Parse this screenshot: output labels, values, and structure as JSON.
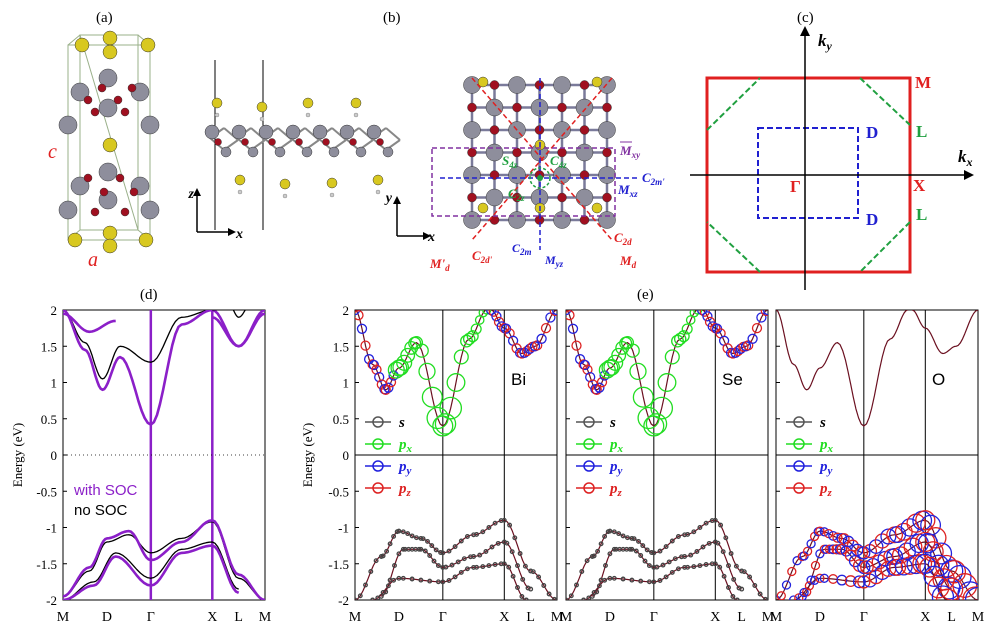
{
  "panel_labels": {
    "a": "(a)",
    "b": "(b)",
    "c": "(c)",
    "d": "(d)",
    "e": "(e)"
  },
  "struct_a": {
    "c_label": "c",
    "a_label": "a",
    "z_axis": "z",
    "x_axis": "x"
  },
  "struct_b": {
    "y_axis": "y",
    "x_axis": "x",
    "ops": {
      "s4z": "S",
      "s4z_sub": "4z",
      "c4z": "C",
      "c4z_sub": "4z",
      "c2z": "C",
      "c2z_sub": "2z",
      "mxy": "M",
      "mxy_sub": "xy",
      "c2mp": "C",
      "c2mp_sub": "2m'",
      "mxz": "M",
      "mxz_sub": "xz",
      "c2d": "C",
      "c2d_sub": "2d",
      "md": "M",
      "md_sub": "d",
      "mpd": "M'",
      "mpd_sub": "d",
      "c2dp": "C",
      "c2dp_sub": "2d'",
      "c2m": "C",
      "c2m_sub": "2m",
      "myz": "M",
      "myz_sub": "yz"
    }
  },
  "bz": {
    "ky": "k",
    "ky_sub": "y",
    "kx": "k",
    "kx_sub": "x",
    "M": "M",
    "L1": "L",
    "L2": "L",
    "X": "X",
    "D1": "D",
    "D2": "D",
    "G": "Γ"
  },
  "colors": {
    "soc": "#8B1FC8",
    "nosoc": "#000000",
    "s": "#555555",
    "px": "#22DD22",
    "py": "#2222DD",
    "pz": "#DD2222",
    "bz_outer": "#E02020",
    "bz_inner": "#2020D0",
    "bz_oct": "#20A040",
    "dots_bi": "#8E8E9C",
    "dots_o": "#A01020",
    "dots_se": "#D8C820"
  },
  "chart_data": [
    {
      "type": "line",
      "panel": "(d)",
      "ylabel": "Energy (eV)",
      "ylim": [
        -2,
        2
      ],
      "yticks": [
        "2",
        "1.5",
        "1",
        "0.5",
        "0",
        "-0.5",
        "-1",
        "-1.5",
        "-2"
      ],
      "xticks": [
        "M",
        "D",
        "Γ",
        "X",
        "L",
        "M"
      ],
      "kpath_positions": [
        0,
        0.5,
        1.0,
        1.7,
        2.0,
        2.3
      ],
      "legend": [
        "with SOC",
        "no SOC"
      ],
      "series": [
        {
          "name": "no SOC",
          "values": [
            [
              0,
              2.0
            ],
            [
              0.25,
              1.55
            ],
            [
              0.45,
              1.05
            ],
            [
              0.65,
              1.5
            ],
            [
              1.0,
              1.28
            ],
            [
              1.35,
              1.9
            ],
            [
              1.7,
              2.0
            ]
          ]
        },
        {
          "name": "no SOC",
          "values": [
            [
              0,
              -1.95
            ],
            [
              0.3,
              -1.6
            ],
            [
              0.5,
              -1.2
            ],
            [
              0.75,
              -1.1
            ],
            [
              1.0,
              -1.35
            ],
            [
              1.35,
              -1.15
            ],
            [
              1.7,
              -0.92
            ],
            [
              2.0,
              -1.7
            ],
            [
              2.3,
              -2.0
            ]
          ]
        },
        {
          "name": "no SOC",
          "values": [
            [
              0,
              -2.0
            ],
            [
              0.35,
              -1.75
            ],
            [
              0.6,
              -1.35
            ],
            [
              1.0,
              -1.7
            ],
            [
              1.35,
              -1.3
            ],
            [
              1.7,
              -1.2
            ],
            [
              2.0,
              -1.85
            ]
          ]
        },
        {
          "name": "with SOC",
          "values": [
            [
              0,
              2.0
            ],
            [
              0.25,
              1.45
            ],
            [
              0.45,
              0.9
            ],
            [
              0.65,
              1.35
            ],
            [
              1.0,
              0.42
            ],
            [
              1.35,
              1.8
            ],
            [
              1.7,
              2.0
            ],
            [
              2.0,
              1.5
            ],
            [
              2.3,
              2.0
            ]
          ]
        },
        {
          "name": "with SOC",
          "values": [
            [
              0,
              -1.95
            ],
            [
              0.3,
              -1.55
            ],
            [
              0.5,
              -1.15
            ],
            [
              0.75,
              -1.05
            ],
            [
              1.0,
              -1.45
            ],
            [
              1.35,
              -1.2
            ],
            [
              1.7,
              -0.9
            ],
            [
              2.0,
              -1.65
            ],
            [
              2.3,
              -2.0
            ]
          ]
        },
        {
          "name": "with SOC",
          "values": [
            [
              0,
              -2.0
            ],
            [
              0.35,
              -1.8
            ],
            [
              0.6,
              -1.4
            ],
            [
              1.0,
              -1.8
            ],
            [
              1.35,
              -1.35
            ],
            [
              1.7,
              -1.25
            ],
            [
              2.0,
              -1.9
            ]
          ]
        }
      ]
    },
    {
      "type": "scatter",
      "panel": "(e)",
      "ylabel": "Energy (eV)",
      "ylim": [
        -2,
        2
      ],
      "yticks": [
        "2",
        "1.5",
        "1",
        "0.5",
        "0",
        "-0.5",
        "-1",
        "-1.5",
        "-2"
      ],
      "xticks": [
        "M",
        "D",
        "Γ",
        "X",
        "L",
        "M"
      ],
      "legend": [
        "s",
        "px",
        "py",
        "pz"
      ],
      "subpanels": [
        "Bi",
        "Se",
        "O"
      ]
    }
  ]
}
